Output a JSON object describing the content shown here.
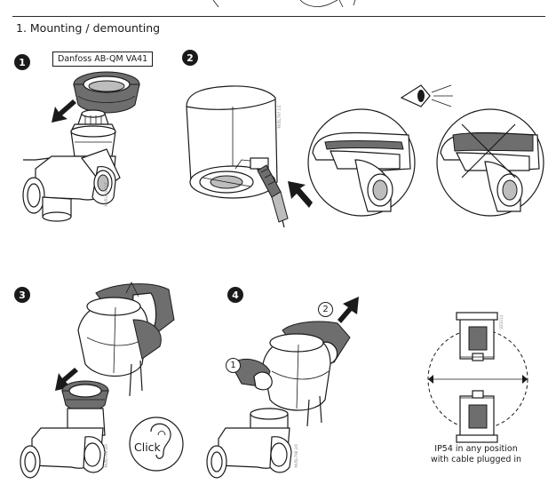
{
  "section": {
    "title": "1. Mounting / demounting"
  },
  "steps": [
    {
      "number": "1"
    },
    {
      "number": "2"
    },
    {
      "number": "3"
    },
    {
      "number": "4"
    }
  ],
  "step1": {
    "product_label": "Danfoss AB-QM VA41",
    "ref_code": "MU5L800 10F"
  },
  "step2": {
    "ref_code": "MU5L797 1/1"
  },
  "step3": {
    "click_label": "Click",
    "ref_code": "MU5L799 2/0"
  },
  "step4": {
    "callout_1": "1",
    "callout_2": "2",
    "ref_code": "MU5L798 2/0"
  },
  "orientation": {
    "caption_line1": "IP54 in any position",
    "caption_line2": "with cable plugged in",
    "ref_code": "VZ3214"
  },
  "colors": {
    "ink": "#1a1a1a",
    "dark_gray": "#6e6e6e",
    "light_gray": "#bdbdbd"
  }
}
